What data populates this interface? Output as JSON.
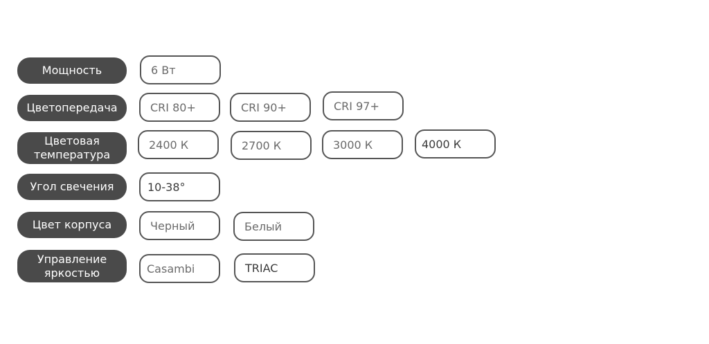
{
  "rows": [
    {
      "label": "Мощность",
      "options": [
        "6 Вт"
      ]
    },
    {
      "label": "Цветопередача",
      "options": [
        "CRI 80+",
        "CRI 90+",
        "CRI 97+"
      ]
    },
    {
      "label": "Цветовая\nтемпература",
      "options": [
        "2400 К",
        "2700 К",
        "3000 К",
        "4000 К"
      ]
    },
    {
      "label": "Угол свечения",
      "options": [
        "10-38°"
      ]
    },
    {
      "label": "Цвет корпуса",
      "options": [
        "Черный",
        "Белый"
      ]
    },
    {
      "label": "Управление\nяркостью",
      "options": [
        "Casambi",
        "TRIAC"
      ]
    }
  ],
  "colors": {
    "label_bg": "#4a4a4a",
    "label_text": "#ffffff",
    "option_border": "#555555",
    "option_text": "#6a6a6a"
  }
}
